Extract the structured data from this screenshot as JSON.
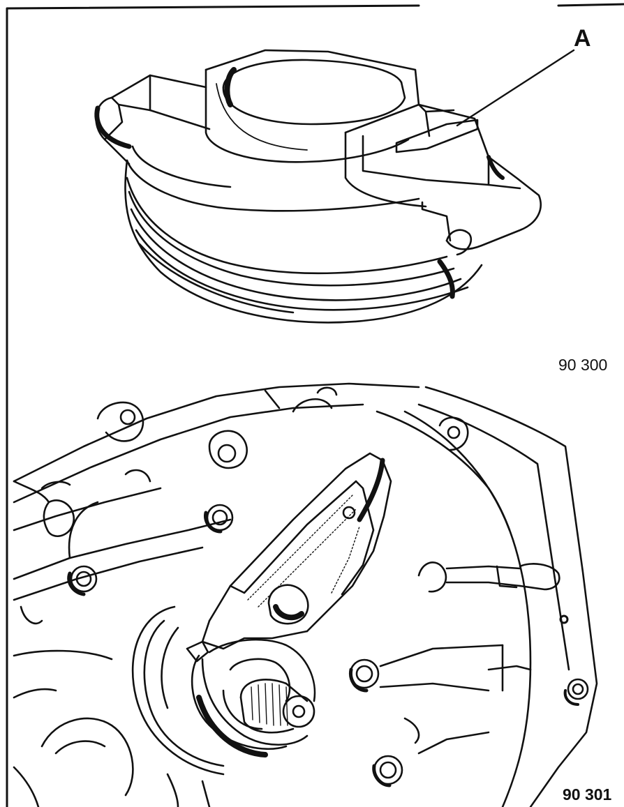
{
  "figure": {
    "callout_label": "A",
    "top_ref": "90 300",
    "bottom_ref": "90 301"
  },
  "colors": {
    "ink": "#111111",
    "paper": "#ffffff"
  }
}
